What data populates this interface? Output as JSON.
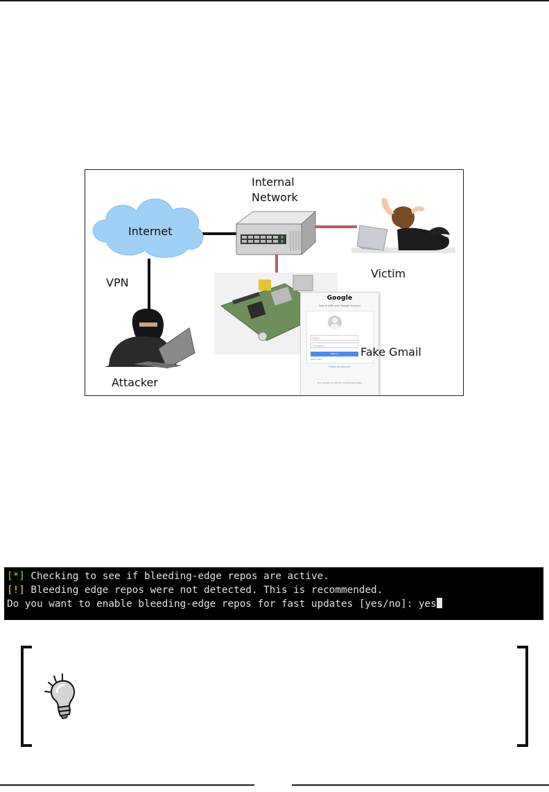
{
  "figure": {
    "labels": {
      "internal_network": "Internal\nNetwork",
      "internet": "Internet",
      "vpn": "VPN",
      "victim": "Victim",
      "fake_gmail": "Fake Gmail",
      "attacker": "Attacker"
    },
    "gmail_mock": {
      "logo": "Google",
      "subtitle": "Sign in with your Google Account",
      "email_placeholder": "Email",
      "password_placeholder": "Password",
      "sign_in": "Sign in",
      "help": "Need help?",
      "create_account": "Create an account",
      "footer": "One Google Account for everything Google"
    },
    "colors": {
      "cloud": "#9fd0f5",
      "victim_link": "#c05a5a",
      "link": "#111111"
    },
    "icons": [
      "cloud-icon",
      "router-icon",
      "raspberry-pi-board",
      "hacker-figure",
      "frustrated-woman-figure",
      "laptop-icon"
    ]
  },
  "terminal": {
    "lines": [
      {
        "tag": "[*]",
        "tag_color": "#7fe03c",
        "text": " Checking to see if bleeding-edge repos are active."
      },
      {
        "tag": "[!]",
        "tag_color": "#f0e030",
        "text": " Bleeding edge repos were not detected. This is recommended."
      },
      {
        "tag": "",
        "tag_color": "#e0e0e0",
        "text": "Do you want to enable bleeding-edge repos for fast updates [yes/no]: yes"
      }
    ]
  },
  "tip": {
    "icon": "lightbulb-icon"
  }
}
